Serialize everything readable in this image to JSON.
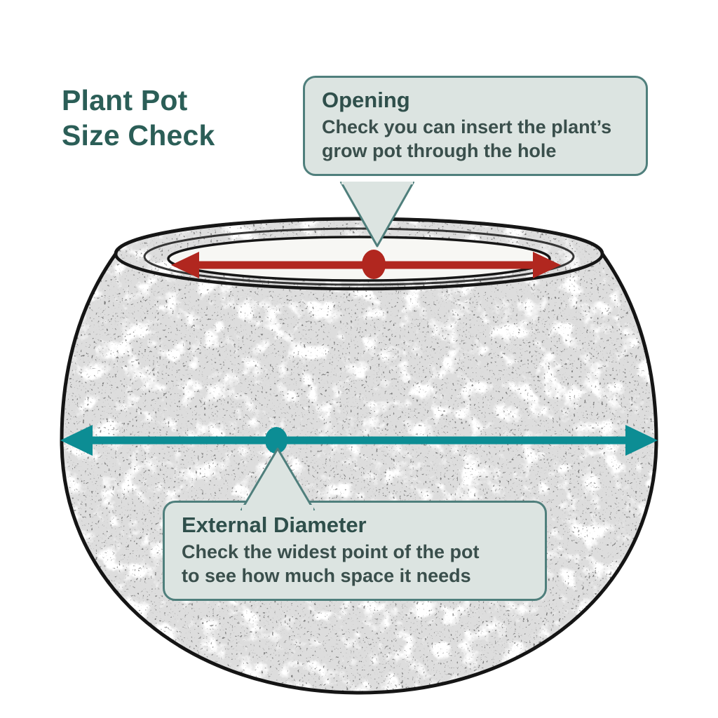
{
  "title": {
    "lines": [
      "Plant Pot",
      "Size Check"
    ]
  },
  "callouts": {
    "opening": {
      "heading": "Opening",
      "lines": [
        "Check you can insert the plant’s",
        "grow pot through the hole"
      ]
    },
    "external_diameter": {
      "heading": "External Diameter",
      "lines": [
        "Check the widest point of the pot",
        "to see how much space it needs"
      ]
    }
  },
  "diagram": {
    "subject": "round plant pot sketch",
    "opening_marker": "red double-headed arrow across pot opening with red dot at centre",
    "diameter_marker": "teal double-headed arrow across widest point with teal dot"
  },
  "colors": {
    "title_text": "#2b5e57",
    "callout_fill": "#dce4e1",
    "callout_border": "#4f7f7c",
    "callout_heading": "#2f4f4b",
    "callout_text": "#3a4f4c",
    "opening_arrow": "#b1271f",
    "diameter_arrow": "#0c8d94",
    "pot_outline": "#161616"
  }
}
